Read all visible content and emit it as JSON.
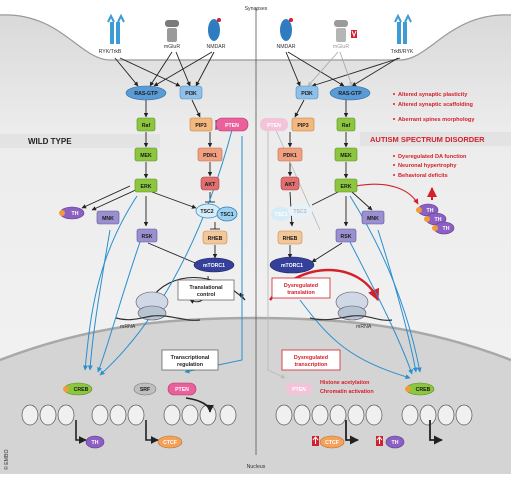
{
  "labels": {
    "synapses": "Synapses",
    "nucleus": "Nucleus",
    "wild_type": "WILD TYPE",
    "asd_title": "AUTISM SPECTRUM DISORDER",
    "copyright": "© EMBO",
    "mrna_left": "mRNA",
    "mrna_right": "mRNA"
  },
  "left": {
    "receptors": [
      "RYK/TrkB",
      "mGluR",
      "NMDAR"
    ],
    "nodes": {
      "ras": "RAS-GTP",
      "pi3k": "PI3K",
      "raf": "Raf",
      "pip3": "PIP3",
      "pten": "PTEN",
      "mek": "MEK",
      "pdk1": "PDK1",
      "akt": "AKT",
      "erk": "ERK",
      "th_side": "TH",
      "tsc2": "TSC2",
      "tsc1": "TSC1",
      "mnk": "MNK",
      "rsk": "RSK",
      "rheb": "RHEB",
      "mtorc1": "mTORC1",
      "creb": "CREB",
      "srf": "SRF",
      "pten_nuc": "PTEN",
      "th_gene": "TH",
      "ctcf": "CTCF"
    },
    "boxes": {
      "translational": [
        "Translational",
        "control"
      ],
      "transcriptional": [
        "Transcriptional",
        "regulation"
      ]
    }
  },
  "right": {
    "receptors": [
      "NMDAR",
      "mGluR",
      "TrkB/RYK"
    ],
    "nodes": {
      "ras": "RAS-GTP",
      "pi3k": "PI3K",
      "pten": "PTEN",
      "pip3": "PIP3",
      "raf": "Raf",
      "pdk1": "PDK1",
      "mek": "MEK",
      "akt": "AKT",
      "erk": "ERK",
      "tsc1": "TSC1",
      "tsc2": "TSC2",
      "mnk": "MNK",
      "rsk": "RSK",
      "rheb": "RHEB",
      "mtorc1": "mTORC1",
      "pten_nuc": "PTEN",
      "creb": "CREB",
      "ctcf": "CTCF",
      "th_gene": "TH",
      "th_cluster": [
        "TH",
        "TH",
        "TH"
      ]
    },
    "boxes": {
      "dys_translation": [
        "Dysregulated",
        "translation"
      ],
      "dys_transcription": [
        "Dysregulated",
        "transcription"
      ]
    },
    "histone": [
      "Histone acetylation",
      "Chromatin activation"
    ],
    "asd_features_top": [
      "Altered synaptic plasticity",
      "Altered synaptic scaffolding",
      "Aberrant spines morphology"
    ],
    "asd_features_bottom": [
      "Dysregulated DA function",
      "Neuronal hypertrophy",
      "Behavioral deficits"
    ]
  },
  "colors": {
    "green": "#8cc63f",
    "ras_blue": "#5b9bd5",
    "pink": "#e9609b",
    "salmon": "#f0a080",
    "red": "#d4202c",
    "navy": "#34409a",
    "cell_grey": "#e6e6e6",
    "nucleus_grey": "#d2d2d2",
    "arrow_blue": "#2a8fcf",
    "purple": "#9a8fcf"
  }
}
